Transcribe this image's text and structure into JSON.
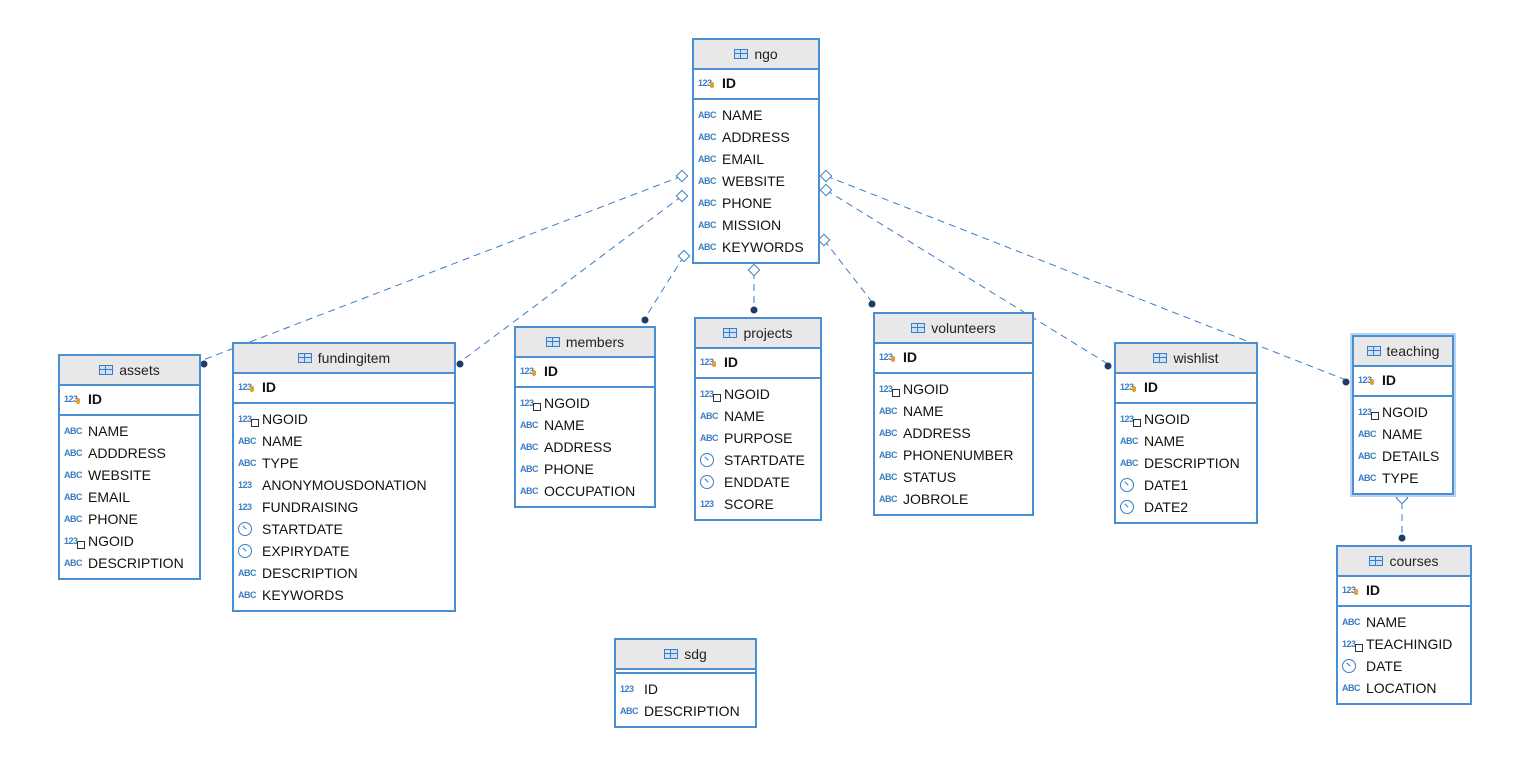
{
  "colors": {
    "border": "#4a8fd1",
    "header_bg": "#e8e8e8",
    "link": "#3b7dc4"
  },
  "entities": {
    "ngo": {
      "title": "ngo",
      "pk": "ID",
      "cols": [
        [
          "abc",
          "NAME"
        ],
        [
          "abc",
          "ADDRESS"
        ],
        [
          "abc",
          "EMAIL"
        ],
        [
          "abc",
          "WEBSITE"
        ],
        [
          "abc",
          "PHONE"
        ],
        [
          "abc",
          "MISSION"
        ],
        [
          "abc",
          "KEYWORDS"
        ]
      ]
    },
    "assets": {
      "title": "assets",
      "pk": "ID",
      "cols": [
        [
          "abc",
          "NAME"
        ],
        [
          "abc",
          "ADDDRESS"
        ],
        [
          "abc",
          "WEBSITE"
        ],
        [
          "abc",
          "EMAIL"
        ],
        [
          "abc",
          "PHONE"
        ],
        [
          "fk",
          "NGOID"
        ],
        [
          "abc",
          "DESCRIPTION"
        ]
      ]
    },
    "fundingitem": {
      "title": "fundingitem",
      "pk": "ID",
      "cols": [
        [
          "fk",
          "NGOID"
        ],
        [
          "abc",
          "NAME"
        ],
        [
          "abc",
          "TYPE"
        ],
        [
          "num",
          "ANONYMOUSDONATION"
        ],
        [
          "num",
          "FUNDRAISING"
        ],
        [
          "clock",
          "STARTDATE"
        ],
        [
          "clock",
          "EXPIRYDATE"
        ],
        [
          "abc",
          "DESCRIPTION"
        ],
        [
          "abc",
          "KEYWORDS"
        ]
      ]
    },
    "members": {
      "title": "members",
      "pk": "ID",
      "cols": [
        [
          "fk",
          "NGOID"
        ],
        [
          "abc",
          "NAME"
        ],
        [
          "abc",
          "ADDRESS"
        ],
        [
          "abc",
          "PHONE"
        ],
        [
          "abc",
          "OCCUPATION"
        ]
      ]
    },
    "projects": {
      "title": "projects",
      "pk": "ID",
      "cols": [
        [
          "fk",
          "NGOID"
        ],
        [
          "abc",
          "NAME"
        ],
        [
          "abc",
          "PURPOSE"
        ],
        [
          "clock",
          "STARTDATE"
        ],
        [
          "clock",
          "ENDDATE"
        ],
        [
          "num",
          "SCORE"
        ]
      ]
    },
    "volunteers": {
      "title": "volunteers",
      "pk": "ID",
      "cols": [
        [
          "fk",
          "NGOID"
        ],
        [
          "abc",
          "NAME"
        ],
        [
          "abc",
          "ADDRESS"
        ],
        [
          "abc",
          "PHONENUMBER"
        ],
        [
          "abc",
          "STATUS"
        ],
        [
          "abc",
          "JOBROLE"
        ]
      ]
    },
    "wishlist": {
      "title": "wishlist",
      "pk": "ID",
      "cols": [
        [
          "fk",
          "NGOID"
        ],
        [
          "abc",
          "NAME"
        ],
        [
          "abc",
          "DESCRIPTION"
        ],
        [
          "clock",
          "DATE1"
        ],
        [
          "clock",
          "DATE2"
        ]
      ]
    },
    "teaching": {
      "title": "teaching",
      "pk": "ID",
      "cols": [
        [
          "fk",
          "NGOID"
        ],
        [
          "abc",
          "NAME"
        ],
        [
          "abc",
          "DETAILS"
        ],
        [
          "abc",
          "TYPE"
        ]
      ]
    },
    "courses": {
      "title": "courses",
      "pk": "ID",
      "cols": [
        [
          "abc",
          "NAME"
        ],
        [
          "fk",
          "TEACHINGID"
        ],
        [
          "clock",
          "DATE"
        ],
        [
          "abc",
          "LOCATION"
        ]
      ]
    },
    "sdg": {
      "title": "sdg",
      "pk": "",
      "cols": [
        [
          "num",
          "ID"
        ],
        [
          "abc",
          "DESCRIPTION"
        ]
      ]
    }
  },
  "icon_text": {
    "abc": "ABC",
    "num": "123"
  }
}
